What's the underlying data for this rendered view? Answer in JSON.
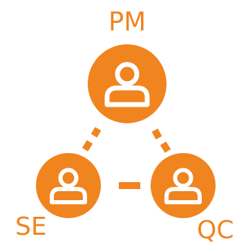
{
  "colors": {
    "accent": "#F0841F",
    "icon": "#FFFFFF",
    "background": "#FFFFFF"
  },
  "nodes": [
    {
      "id": "pm",
      "label": "PM",
      "icon": "user-icon"
    },
    {
      "id": "se",
      "label": "SE",
      "icon": "user-icon"
    },
    {
      "id": "qc",
      "label": "QC",
      "icon": "user-icon"
    }
  ],
  "connections": [
    {
      "from": "pm",
      "to": "se",
      "style": "dashed"
    },
    {
      "from": "pm",
      "to": "qc",
      "style": "dashed"
    },
    {
      "from": "se",
      "to": "qc",
      "style": "dashed"
    }
  ]
}
